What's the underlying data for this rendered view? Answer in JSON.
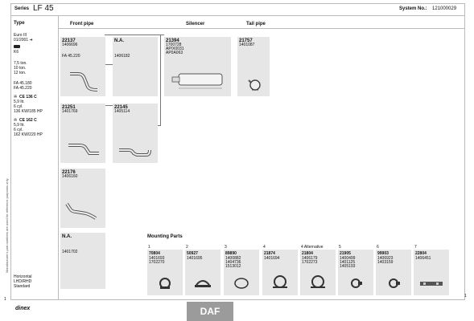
{
  "header": {
    "series_label": "Series",
    "series_value": "LF 45",
    "system_label": "System No.:",
    "system_value": "121000029"
  },
  "columns": {
    "type": "Type",
    "front_pipe": "Front pipe",
    "silencer": "Silencer",
    "tail_pipe": "Tail pipe"
  },
  "type_info": {
    "euro": "Euro III",
    "date": "01/2001 ➜",
    "engine_code": "K6",
    "tonnages": [
      "7,5 ton.",
      "10 ton.",
      "12 ton."
    ],
    "fa_codes": [
      "FA 45.180",
      "FA 45.220"
    ],
    "engine1": {
      "name": "CE 136 C",
      "lines": [
        "5,9 ltr.",
        "6 cyl.",
        "136 KW/185 HP"
      ]
    },
    "engine2": {
      "name": "CE 162 C",
      "lines": [
        "5,9 ltr.",
        "6 cyl.",
        "162 KW/220 HP"
      ]
    },
    "install": [
      "Horizontal",
      "LHD/RHD",
      "Standard"
    ]
  },
  "side_text": "Manufacturer's part numbers are used for reference purposes only",
  "parts": [
    {
      "num": "22137",
      "code": "1406696",
      "note": "FA 45.220"
    },
    {
      "num": "N.A.",
      "code": "1406182"
    },
    {
      "num": "21394",
      "codes": [
        "1700728",
        "AP/X0031",
        "AP0A063"
      ]
    },
    {
      "num": "21757",
      "code": "1401087"
    },
    {
      "num": "21251",
      "code": "1401769"
    },
    {
      "num": "22145",
      "code": "1405114"
    },
    {
      "num": "22176",
      "code": "1406160"
    },
    {
      "num": "N.A.",
      "code": "1401702"
    }
  ],
  "mounting": {
    "title": "Mounting Parts",
    "items": [
      {
        "idx": "1",
        "num": "70804",
        "codes": [
          "1401693",
          "1702270"
        ]
      },
      {
        "idx": "2",
        "num": "50927",
        "codes": [
          "1401695"
        ]
      },
      {
        "idx": "3",
        "num": "89890",
        "codes": [
          "1400882",
          "1404736",
          "1513012"
        ]
      },
      {
        "idx": "4",
        "num": "21874",
        "codes": [
          "1401694"
        ]
      },
      {
        "idx": "4 Alternative",
        "num": "21804",
        "codes": [
          "1406179",
          "1702273"
        ]
      },
      {
        "idx": "5",
        "num": "21905",
        "codes": [
          "1400499",
          "1401125",
          "1405193"
        ]
      },
      {
        "idx": "6",
        "num": "99903",
        "codes": [
          "1406923",
          "1403159"
        ]
      },
      {
        "idx": "7",
        "num": "22804",
        "codes": [
          "1406451"
        ]
      }
    ]
  },
  "footer": {
    "brand": "DAF",
    "logo": "dinex",
    "page_left": "1",
    "page_right": "1"
  }
}
